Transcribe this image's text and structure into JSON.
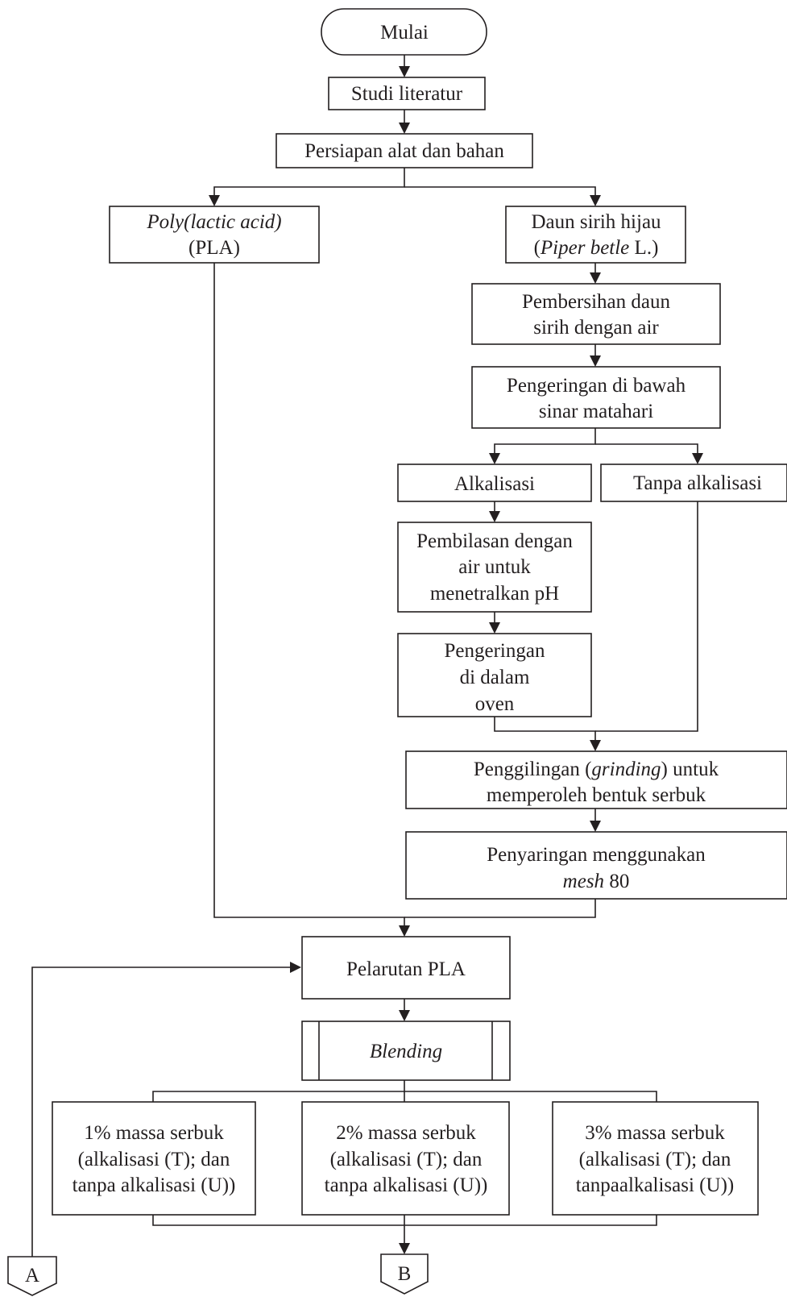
{
  "nodes": {
    "start": "Mulai",
    "literature": "Studi literatur",
    "preparation": "Persiapan alat dan bahan",
    "pla": {
      "line1": "Poly(lactic acid)",
      "line2": "(PLA)"
    },
    "betel": {
      "line1": "Daun sirih hijau",
      "line2_open": "(",
      "line2_species": "Piper betle",
      "line2_close": " L.)"
    },
    "cleaning": {
      "line1": "Pembersihan daun",
      "line2": "sirih dengan air"
    },
    "sun_drying": {
      "line1": "Pengeringan di bawah",
      "line2": "sinar matahari"
    },
    "alkalization": "Alkalisasi",
    "no_alkalization": "Tanpa alkalisasi",
    "rinsing": {
      "line1": "Pembilasan dengan",
      "line2": "air untuk",
      "line3": "menetralkan pH"
    },
    "oven_drying": {
      "line1": "Pengeringan",
      "line2": "di dalam",
      "line3": "oven"
    },
    "grinding": {
      "line1_a": "Penggilingan (",
      "line1_b": "grinding",
      "line1_c": ") untuk",
      "line2": "memperoleh bentuk serbuk"
    },
    "sieving": {
      "line1": "Penyaringan menggunakan",
      "line2_a": "mesh",
      "line2_b": " 80"
    },
    "dissolving": "Pelarutan PLA",
    "blending": "Blending",
    "powder_1": {
      "line1": "1% massa serbuk",
      "line2": "(alkalisasi (T); dan",
      "line3": "tanpa alkalisasi (U))"
    },
    "powder_2": {
      "line1": "2% massa serbuk",
      "line2": "(alkalisasi (T); dan",
      "line3": "tanpa alkalisasi (U))"
    },
    "powder_3": {
      "line1": "3% massa serbuk",
      "line2": "(alkalisasi (T); dan",
      "line3": "tanpaalkalisasi (U))"
    },
    "connector_a": "A",
    "connector_b": "B"
  }
}
